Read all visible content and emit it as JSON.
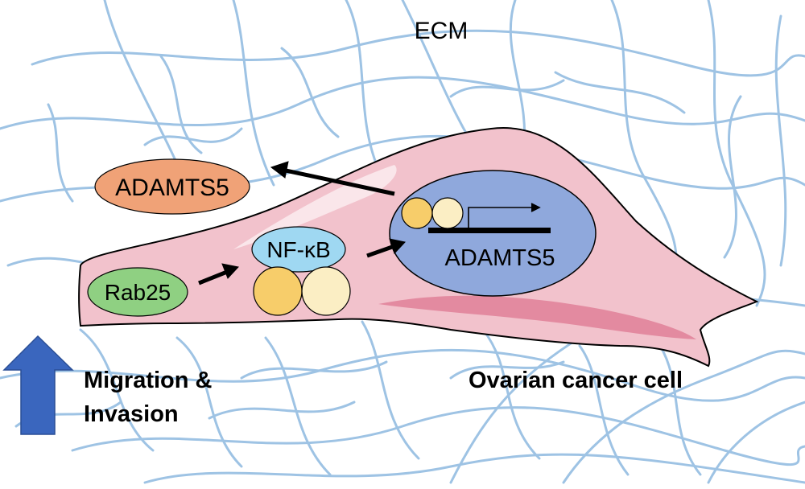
{
  "labels": {
    "ecm": "ECM",
    "adamts5_secreted": "ADAMTS5",
    "nfkb": "NF-κB",
    "adamts5_gene": "ADAMTS5",
    "rab25": "Rab25",
    "migration_line1": "Migration &",
    "migration_line2": "Invasion",
    "cell_type": "Ovarian cancer cell"
  },
  "colors": {
    "ecm_fiber": "#9ec3e4",
    "cell_fill": "#f2c2cc",
    "cell_stroke": "#000000",
    "cell_highlight": "#fae6ea",
    "cell_shadow": "#e38aa0",
    "nucleus_fill": "#8fa8dc",
    "adamts5_fill": "#f0a277",
    "rab25_fill": "#8fd082",
    "nfkb_fill": "#9fd8f2",
    "subunit_orange": "#f7cd6a",
    "subunit_cream": "#fbeec4",
    "up_arrow_fill": "#3a66be",
    "up_arrow_stroke": "#2b4f96"
  },
  "icons": {
    "up_arrow": "up-arrow-icon",
    "transcription": "transcription-start-arrow-icon"
  }
}
